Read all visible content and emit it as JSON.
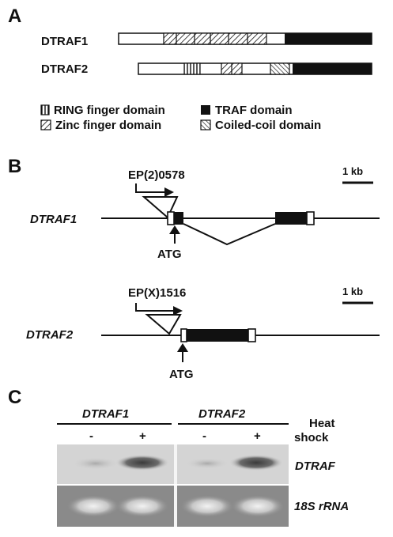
{
  "panels": {
    "a": "A",
    "b": "B",
    "c": "C"
  },
  "panel_a": {
    "protein1": "DTRAF1",
    "protein2": "DTRAF2",
    "legend": {
      "ring": "RING finger domain",
      "traf": "TRAF domain",
      "zinc": "Zinc finger domain",
      "coiled": "Coiled-coil domain"
    }
  },
  "panel_b": {
    "gene1": {
      "name": "DTRAF1",
      "insertion": "EP(2)0578",
      "start": "ATG",
      "scale": "1 kb"
    },
    "gene2": {
      "name": "DTRAF2",
      "insertion": "EP(X)1516",
      "start": "ATG",
      "scale": "1 kb"
    }
  },
  "panel_c": {
    "group1": "DTRAF1",
    "group2": "DTRAF2",
    "condition": [
      "Heat",
      "shock"
    ],
    "lanes": [
      "-",
      "+",
      "-",
      "+"
    ],
    "row1": "DTRAF",
    "row2": "18S rRNA"
  },
  "colors": {
    "ink": "#111111",
    "blot_bg": "#d4d4d4",
    "rrna_bg": "#8a8a8a"
  }
}
